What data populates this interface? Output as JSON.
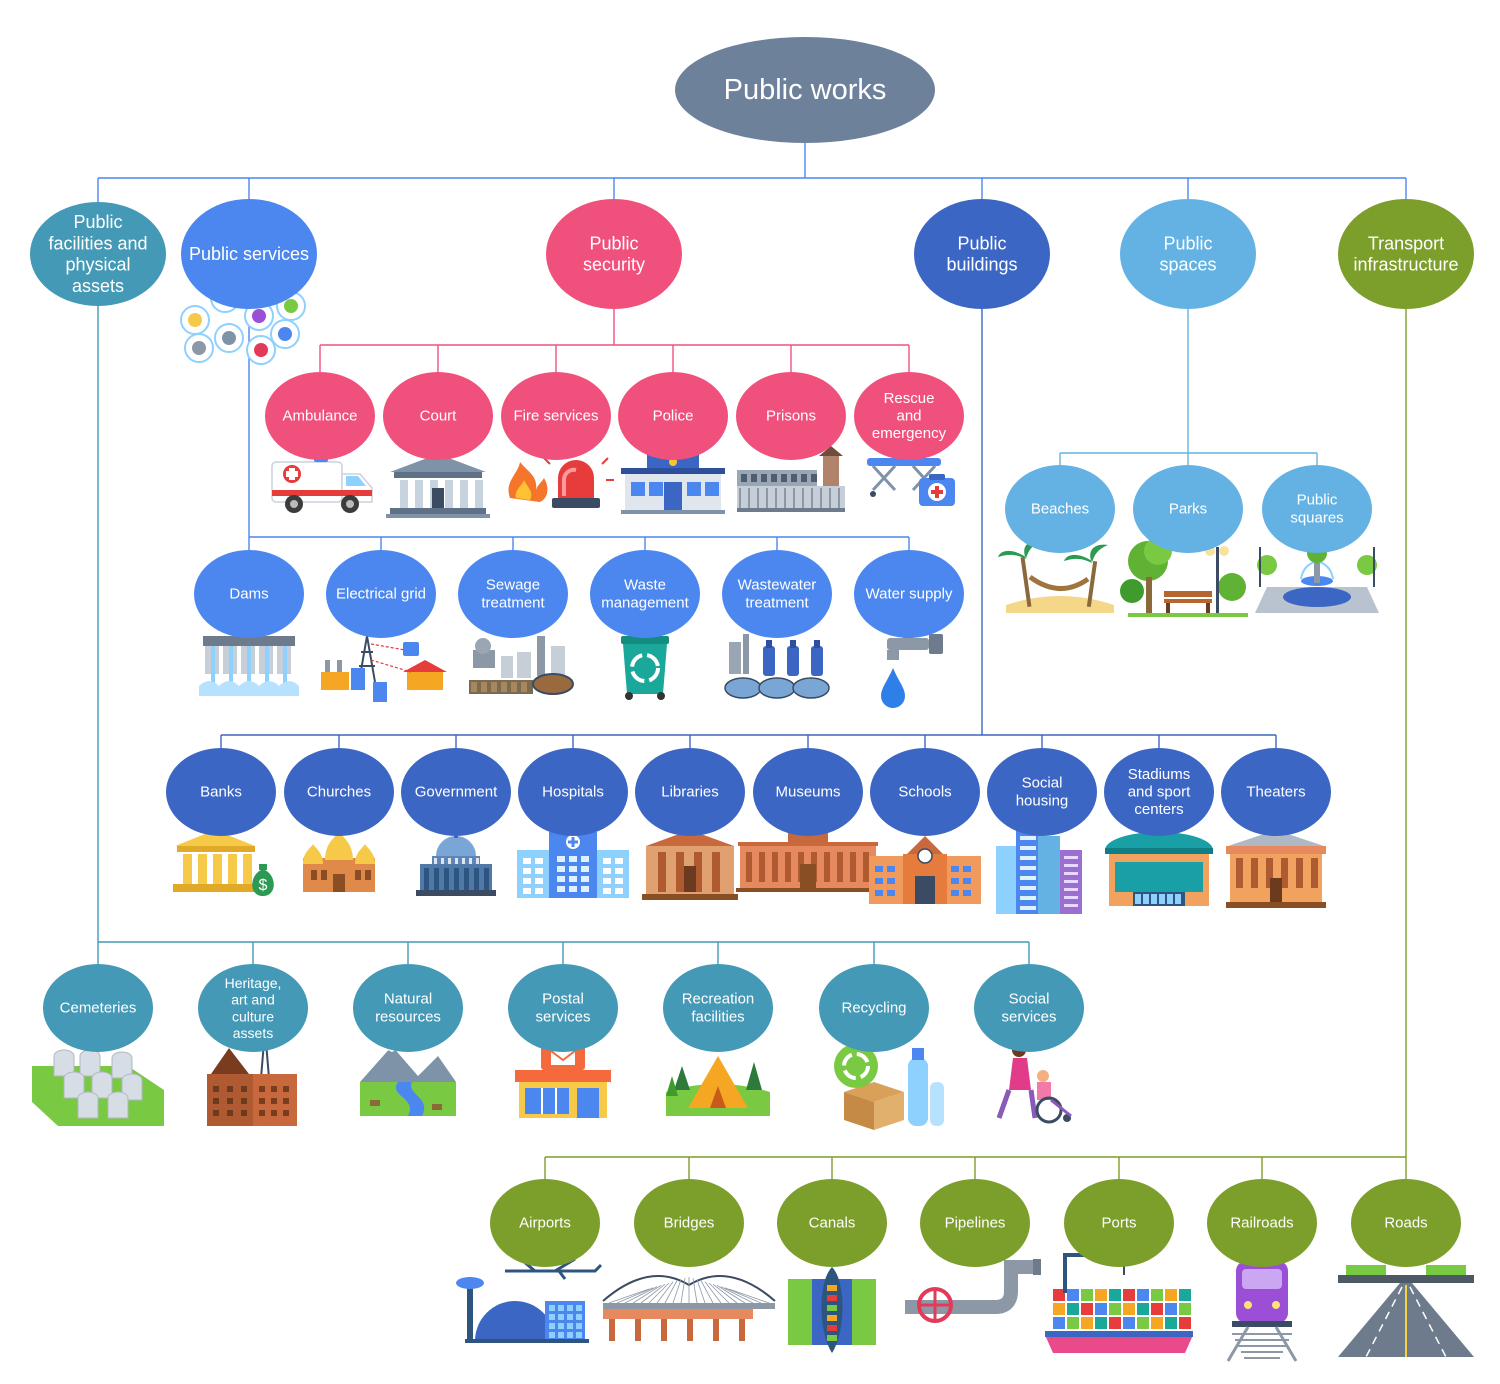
{
  "root": {
    "id": "root",
    "lines": [
      "Public works"
    ],
    "color": "#6e819b"
  },
  "categories": [
    {
      "id": "facilities",
      "lines": [
        "Public",
        "facilities and",
        "physical",
        "assets"
      ],
      "color": "#4499b6"
    },
    {
      "id": "services",
      "lines": [
        "Public services"
      ],
      "color": "#4b87ef"
    },
    {
      "id": "security",
      "lines": [
        "Public",
        "security"
      ],
      "color": "#f0517c"
    },
    {
      "id": "buildings",
      "lines": [
        "Public",
        "buildings"
      ],
      "color": "#3c66c4"
    },
    {
      "id": "spaces",
      "lines": [
        "Public",
        "spaces"
      ],
      "color": "#63b2e3"
    },
    {
      "id": "transport",
      "lines": [
        "Transport",
        "infrastructure"
      ],
      "color": "#7c9e2a"
    }
  ],
  "groups": [
    {
      "id": "security-items",
      "color": "#f0517c",
      "items": [
        {
          "lines": [
            "Ambulance"
          ],
          "icon": "ambulance-icon"
        },
        {
          "lines": [
            "Court"
          ],
          "icon": "courthouse-icon"
        },
        {
          "lines": [
            "Fire services"
          ],
          "icon": "fire-siren-icon"
        },
        {
          "lines": [
            "Police"
          ],
          "icon": "police-station-icon"
        },
        {
          "lines": [
            "Prisons"
          ],
          "icon": "prison-icon"
        },
        {
          "lines": [
            "Rescue",
            "and",
            "emergency"
          ],
          "icon": "stretcher-firstaid-icon"
        }
      ]
    },
    {
      "id": "services-items",
      "color": "#4b87ef",
      "items": [
        {
          "lines": [
            "Dams"
          ],
          "icon": "dam-icon"
        },
        {
          "lines": [
            "Electrical grid"
          ],
          "icon": "power-grid-icon"
        },
        {
          "lines": [
            "Sewage",
            "treatment"
          ],
          "icon": "sewage-plant-icon"
        },
        {
          "lines": [
            "Waste",
            "management"
          ],
          "icon": "recycle-bin-icon"
        },
        {
          "lines": [
            "Wastewater",
            "treatment"
          ],
          "icon": "water-treatment-icon"
        },
        {
          "lines": [
            "Water supply"
          ],
          "icon": "faucet-drop-icon"
        }
      ]
    },
    {
      "id": "buildings-items",
      "color": "#3c66c4",
      "items": [
        {
          "lines": [
            "Banks"
          ],
          "icon": "bank-icon"
        },
        {
          "lines": [
            "Churches"
          ],
          "icon": "church-icon"
        },
        {
          "lines": [
            "Government"
          ],
          "icon": "capitol-icon"
        },
        {
          "lines": [
            "Hospitals"
          ],
          "icon": "hospital-icon"
        },
        {
          "lines": [
            "Libraries"
          ],
          "icon": "library-icon"
        },
        {
          "lines": [
            "Museums"
          ],
          "icon": "museum-icon"
        },
        {
          "lines": [
            "Schools"
          ],
          "icon": "school-icon"
        },
        {
          "lines": [
            "Social",
            "housing"
          ],
          "icon": "tower-blocks-icon"
        },
        {
          "lines": [
            "Stadiums",
            "and sport",
            "centers"
          ],
          "icon": "stadium-icon"
        },
        {
          "lines": [
            "Theaters"
          ],
          "icon": "theater-icon"
        }
      ]
    },
    {
      "id": "spaces-items",
      "color": "#63b2e3",
      "items": [
        {
          "lines": [
            "Beaches"
          ],
          "icon": "palm-hammock-icon"
        },
        {
          "lines": [
            "Parks"
          ],
          "icon": "park-bench-icon"
        },
        {
          "lines": [
            "Public",
            "squares"
          ],
          "icon": "fountain-icon"
        }
      ]
    },
    {
      "id": "facilities-items",
      "color": "#4499b6",
      "items": [
        {
          "lines": [
            "Cemeteries"
          ],
          "icon": "gravestones-icon"
        },
        {
          "lines": [
            "Heritage,",
            "art and",
            "culture",
            "assets"
          ],
          "icon": "landmark-icon"
        },
        {
          "lines": [
            "Natural",
            "resources"
          ],
          "icon": "mountain-valley-icon"
        },
        {
          "lines": [
            "Postal",
            "services"
          ],
          "icon": "post-office-icon"
        },
        {
          "lines": [
            "Recreation",
            "facilities"
          ],
          "icon": "camping-tent-icon"
        },
        {
          "lines": [
            "Recycling"
          ],
          "icon": "recycling-box-icon"
        },
        {
          "lines": [
            "Social",
            "services"
          ],
          "icon": "caregiver-wheelchair-icon"
        }
      ]
    },
    {
      "id": "transport-items",
      "color": "#7c9e2a",
      "items": [
        {
          "lines": [
            "Airports"
          ],
          "icon": "airport-icon"
        },
        {
          "lines": [
            "Bridges"
          ],
          "icon": "bridge-icon"
        },
        {
          "lines": [
            "Canals"
          ],
          "icon": "canal-icon"
        },
        {
          "lines": [
            "Pipelines"
          ],
          "icon": "pipeline-valve-icon"
        },
        {
          "lines": [
            "Ports"
          ],
          "icon": "container-port-icon"
        },
        {
          "lines": [
            "Railroads"
          ],
          "icon": "train-icon"
        },
        {
          "lines": [
            "Roads"
          ],
          "icon": "highway-icon"
        }
      ]
    }
  ]
}
